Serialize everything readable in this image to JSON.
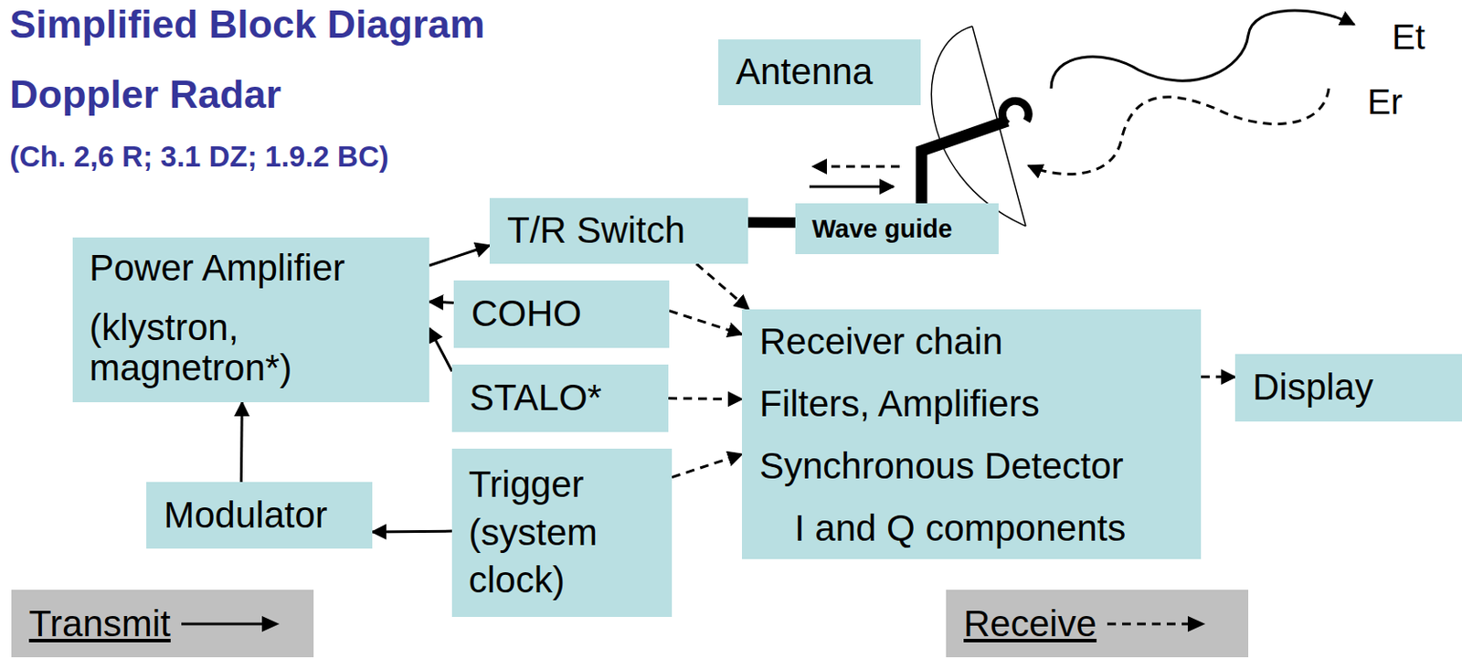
{
  "diagram": {
    "title": "Simplified Block Diagram",
    "nodes": [
      {
        "text": [
          "Antenna"
        ]
      },
      {
        "text": [
          "T/R Switch"
        ]
      },
      {
        "text": [
          "Wave guide"
        ]
      },
      {
        "text": [
          "Power Amplifier",
          "(klystron, magnetron*)"
        ]
      },
      {
        "text": [
          "COHO"
        ]
      },
      {
        "text": [
          "Receiver chain",
          "Filters, Amplifiers",
          "Synchronous Detector",
          "I and Q components"
        ]
      },
      {
        "text": [
          "Display"
        ]
      },
      {
        "text": [
          "STALO*"
        ]
      },
      {
        "text": [
          "Modulator"
        ]
      },
      {
        "text": [
          "Trigger (system clock)"
        ]
      }
    ],
    "edges": [
      {
        "from": 3,
        "to": 1,
        "arrow": "to"
      },
      {
        "from": 4,
        "to": 3,
        "arrow": "to"
      },
      {
        "from": 7,
        "to": 3,
        "arrow": "to"
      },
      {
        "from": 8,
        "to": 3,
        "arrow": "to"
      },
      {
        "from": 9,
        "to": 8,
        "arrow": "to"
      },
      {
        "from": 1,
        "to": 5,
        "arrow": "to"
      },
      {
        "from": 4,
        "to": 5,
        "arrow": "to"
      },
      {
        "from": 7,
        "to": 5,
        "arrow": "to"
      },
      {
        "from": 9,
        "to": 5,
        "arrow": "to"
      },
      {
        "from": 5,
        "to": 6,
        "arrow": "to"
      },
      {
        "from": 1,
        "to": 2,
        "arrow": "none"
      }
    ],
    "labels": [
      "Doppler Radar",
      "(Ch. 2,6 R; 3.1 DZ; 1.9.2 BC)",
      "Et",
      "Er"
    ],
    "legend": [
      {
        "text": "Transmit"
      },
      {
        "text": "Receive"
      }
    ]
  }
}
